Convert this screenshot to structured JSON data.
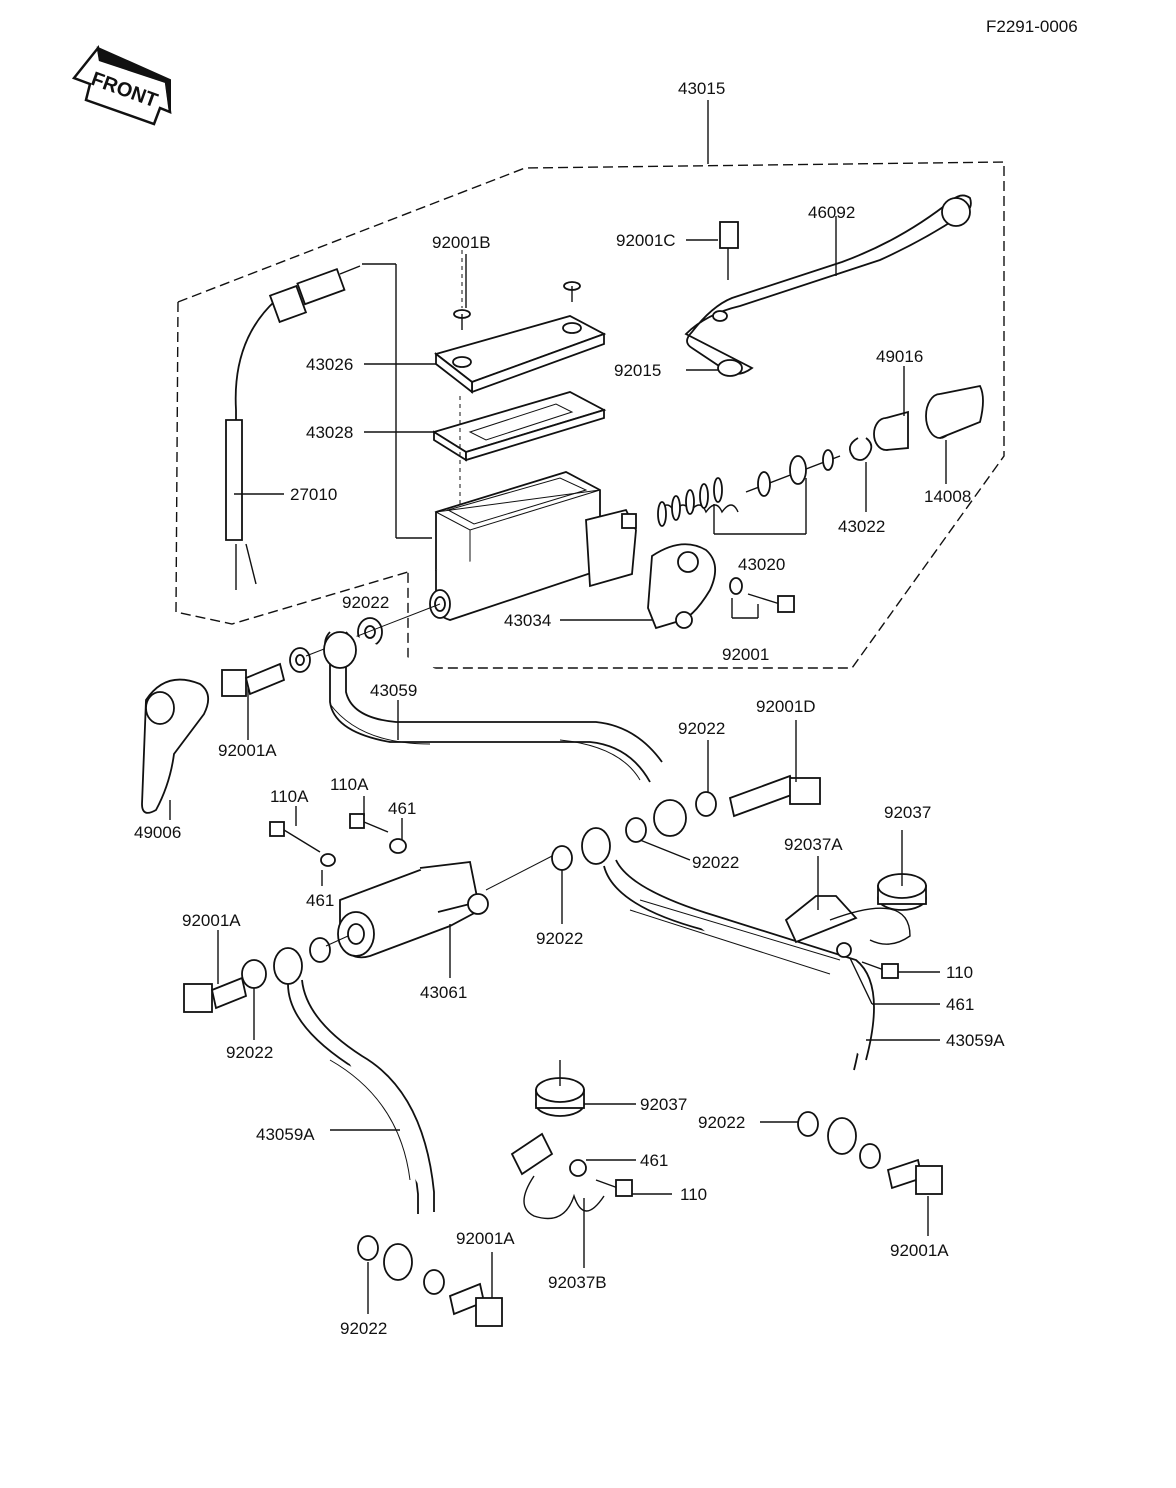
{
  "ref_code": "F2291-0006",
  "front_arrow_label": "FRONT",
  "labels": {
    "l43015": "43015",
    "l92001B": "92001B",
    "l92001C": "92001C",
    "l46092": "46092",
    "l43026": "43026",
    "l92015": "92015",
    "l49016": "49016",
    "l43028": "43028",
    "l27010": "27010",
    "l14008": "14008",
    "l43022": "43022",
    "l43020": "43020",
    "l92022a": "92022",
    "l43034": "43034",
    "l92001": "92001",
    "l43059": "43059",
    "l92001D": "92001D",
    "l92001Aa": "92001A",
    "l92022b": "92022",
    "l49006": "49006",
    "l110Aa": "110A",
    "l110Ab": "110A",
    "l461a": "461",
    "l461b": "461",
    "l92022c": "92022",
    "l92037a": "92037",
    "l92037A": "92037A",
    "l92001Ab": "92001A",
    "l92022d": "92022",
    "l43061": "43061",
    "l110a": "110",
    "l461c": "461",
    "l92022e": "92022",
    "l43059Aa": "43059A",
    "l92037b": "92037",
    "l92022f": "92022",
    "l43059Ab": "43059A",
    "l461d": "461",
    "l110b": "110",
    "l92001Ac": "92001A",
    "l92001Ad": "92001A",
    "l92037B": "92037B",
    "l92022g": "92022"
  }
}
